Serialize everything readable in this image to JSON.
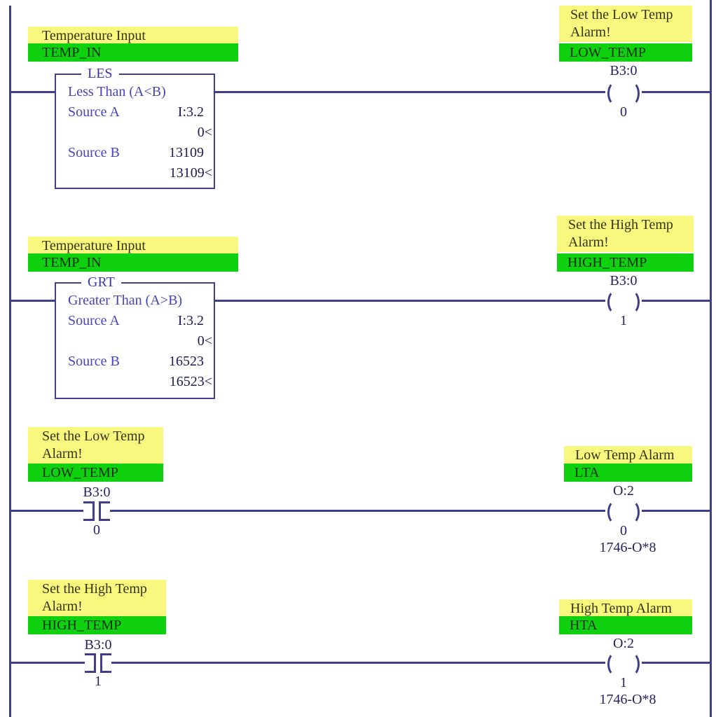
{
  "diagram": "ladder-logic",
  "colors": {
    "rail": "#3f3e8f",
    "description_bg": "#f8f87f",
    "tag_bg": "#0fd10f",
    "instruction_text": "#4444bb",
    "address_text": "#23235c"
  },
  "rungs": [
    {
      "in_desc": "Temperature Input",
      "in_tag": "TEMP_IN",
      "block": {
        "mnemonic": "LES",
        "name": "Less Than (A<B)",
        "src_a_label": "Source A",
        "src_a_value": "I:3.2",
        "src_a_live": "0<",
        "src_b_label": "Source B",
        "src_b_value": "13109",
        "src_b_live": "13109<"
      },
      "out_desc_line1": "Set the Low Temp",
      "out_desc_line2": "Alarm!",
      "out_tag": "LOW_TEMP",
      "out_addr": "B3:0",
      "out_bit": "0"
    },
    {
      "in_desc": "Temperature Input",
      "in_tag": "TEMP_IN",
      "block": {
        "mnemonic": "GRT",
        "name": "Greater Than (A>B)",
        "src_a_label": "Source A",
        "src_a_value": "I:3.2",
        "src_a_live": "0<",
        "src_b_label": "Source B",
        "src_b_value": "16523",
        "src_b_live": "16523<"
      },
      "out_desc_line1": "Set the High Temp",
      "out_desc_line2": "Alarm!",
      "out_tag": "HIGH_TEMP",
      "out_addr": "B3:0",
      "out_bit": "1"
    },
    {
      "in_desc_line1": "Set the Low Temp",
      "in_desc_line2": "Alarm!",
      "in_tag": "LOW_TEMP",
      "in_addr": "B3:0",
      "in_bit": "0",
      "out_desc": "Low Temp Alarm",
      "out_tag": "LTA",
      "out_addr": "O:2",
      "out_bit": "0",
      "out_card": "1746-O*8"
    },
    {
      "in_desc_line1": "Set the High Temp",
      "in_desc_line2": "Alarm!",
      "in_tag": "HIGH_TEMP",
      "in_addr": "B3:0",
      "in_bit": "1",
      "out_desc": "High Temp Alarm",
      "out_tag": "HTA",
      "out_addr": "O:2",
      "out_bit": "1",
      "out_card": "1746-O*8"
    }
  ]
}
